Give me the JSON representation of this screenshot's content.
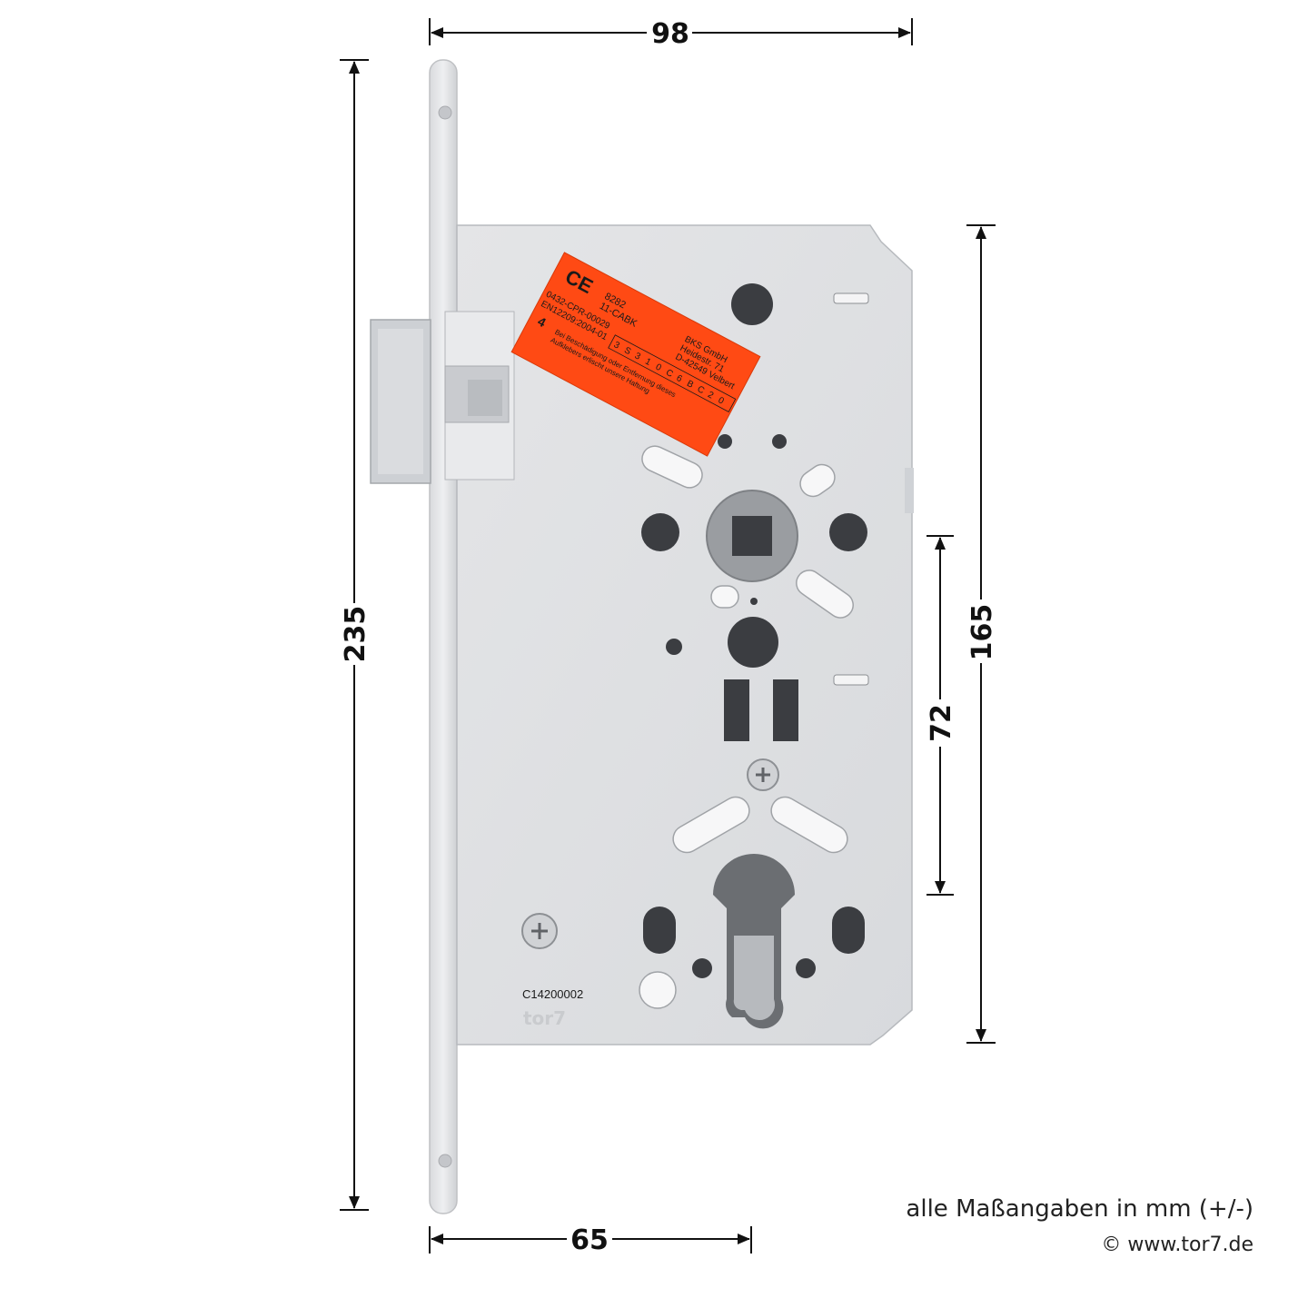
{
  "dimensions": {
    "width_top": "98",
    "height_left": "235",
    "height_right": "165",
    "distance_mid": "72",
    "backset_bottom": "65"
  },
  "label": {
    "ce_mark": "CE",
    "line_number": "8282",
    "line_code": "11-CABK",
    "cpr": "0432-CPR-00029",
    "standard": "EN12209:2004-01",
    "class_digit": "4",
    "grid_values": [
      "3",
      "S",
      "3",
      "1",
      "0",
      "C",
      "6",
      "B",
      "C",
      "2",
      "0"
    ],
    "maker_name": "BKS GmbH",
    "maker_street": "Heidestr. 71",
    "maker_city": "D-42549 Velbert",
    "warning_1": "Bei Beschädigung oder Entfernung dieses",
    "warning_2": "Aufklebers erlischt unsere Haftung"
  },
  "engraving": {
    "code": "C14200002",
    "logo": "tor7"
  },
  "notes": {
    "units": "alle Maßangaben in mm (+/-)",
    "copyright": "© www.tor7.de"
  },
  "colors": {
    "background": "#ffffff",
    "metal_light": "#e6e7e9",
    "metal_mid": "#d4d6da",
    "hole": "#3a3c40",
    "label_orange": "#ff4a14",
    "dimension_line": "#111111"
  }
}
